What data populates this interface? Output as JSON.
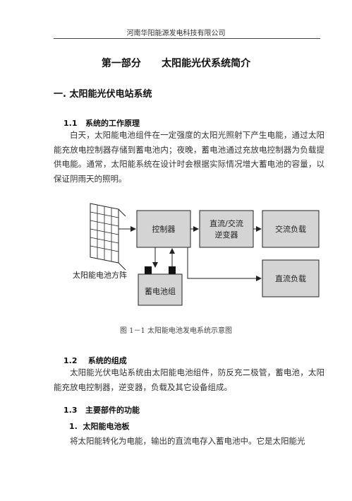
{
  "running_head": "河南华阳能源发电科技有限公司",
  "title": "第一部分      太阳能光伏系统简介",
  "section1": {
    "heading": "一. 太阳能光伏电站系统"
  },
  "s1_1": {
    "heading": "1.1   系统的工作原理",
    "paragraph": "白天，太阳能电池组件在一定强度的太阳光照射下产生电能，通过太阳能充放电控制器存储到蓄电池内；夜晚，蓄电池通过充放电控制器为负载提供电能。通常，太阳能系统在设计时会根据实际情况增大蓄电池的容量，以保证阴雨天的照明。"
  },
  "diagram": {
    "panel_label": "太阳能电池方阵",
    "controller": "控制器",
    "inverter_line1": "直流/交流",
    "inverter_line2": "逆变器",
    "ac_load": "交流负载",
    "dc_load": "直流负载",
    "battery": "蓄电池组",
    "colors": {
      "box_fill": "#d4d4d4",
      "stroke": "#222222"
    }
  },
  "figure_caption": "图 1－1  太阳能电池发电系统示意图",
  "s1_2": {
    "heading": "1.2    系统的组成",
    "paragraph": "太阳能光伏电站系统由太阳能电池组件，防反充二极管，蓄电池，太阳能充放电控制器，逆变器，负载及其它设备组成。"
  },
  "s1_3": {
    "heading": "1.3   主要部件的功能"
  },
  "item1": {
    "heading": "1.  太阳能电池板",
    "paragraph": "将太阳能转化为电能，输出的直流电存入蓄电池中。它是太阳能光"
  }
}
